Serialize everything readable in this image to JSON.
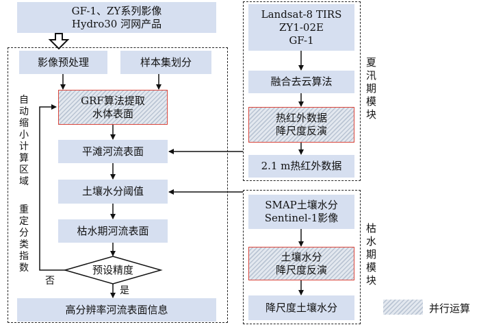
{
  "left": {
    "input": [
      "GF-1、ZY系列影像",
      "Hydro30 河网产品"
    ],
    "preprocess": "影像预处理",
    "sample": "样本集划分",
    "grf": [
      "GRF算法提取",
      "水体表面"
    ],
    "floodplain": "平滩河流表面",
    "soil_threshold": "土壤水分阈值",
    "dry_surface": "枯水期河流表面",
    "precision": "预设精度",
    "output": "高分辨率河流表面信息",
    "loop_label_1": "自动缩小计算区域",
    "loop_label_2": "重定分类指数",
    "no_label": "否",
    "yes_label": "是"
  },
  "summer": {
    "input": [
      "Landsat-8 TIRS",
      "ZY1-02E",
      "GF-1"
    ],
    "fusion": "融合去云算法",
    "thermal": [
      "热红外数据",
      "降尺度反演"
    ],
    "thermal_out": "2.1 m热红外数据",
    "module_label": "夏汛期模块"
  },
  "dry": {
    "input": [
      "SMAP土壤水分",
      "Sentinel-1影像"
    ],
    "soil": [
      "土壤水分",
      "降尺度反演"
    ],
    "soil_out": "降尺度土壤水分",
    "module_label": "枯水期模块"
  },
  "legend": {
    "label": "并行运算"
  }
}
